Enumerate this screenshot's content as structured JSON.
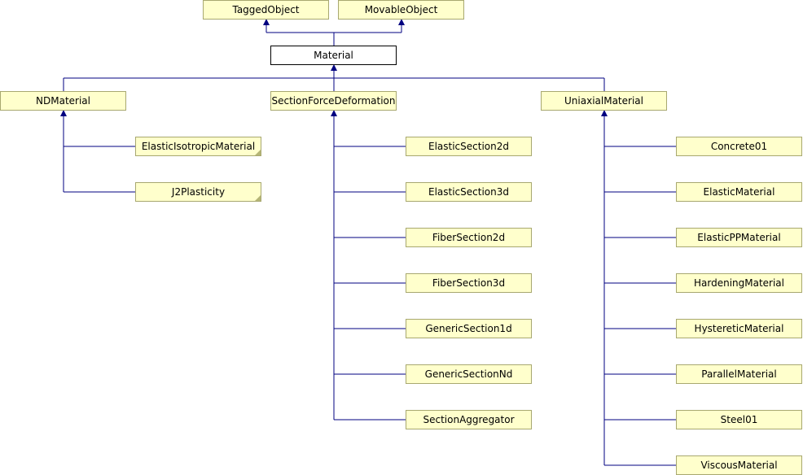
{
  "diagram": {
    "nodes": {
      "tagged_object": "TaggedObject",
      "movable_object": "MovableObject",
      "material": "Material",
      "nd_material": "NDMaterial",
      "section_force_deformation": "SectionForceDeformation",
      "uniaxial_material": "UniaxialMaterial",
      "elastic_isotropic_material": "ElasticIsotropicMaterial",
      "j2_plasticity": "J2Plasticity",
      "elastic_section_2d": "ElasticSection2d",
      "elastic_section_3d": "ElasticSection3d",
      "fiber_section_2d": "FiberSection2d",
      "fiber_section_3d": "FiberSection3d",
      "generic_section_1d": "GenericSection1d",
      "generic_section_nd": "GenericSectionNd",
      "section_aggregator": "SectionAggregator",
      "concrete01": "Concrete01",
      "elastic_material": "ElasticMaterial",
      "elastic_pp_material": "ElasticPPMaterial",
      "hardening_material": "HardeningMaterial",
      "hysteretic_material": "HystereticMaterial",
      "parallel_material": "ParallelMaterial",
      "steel01": "Steel01",
      "viscous_material": "ViscousMaterial"
    },
    "colors": {
      "node_fill": "#ffffcc",
      "node_border": "#a8a870",
      "current_fill": "#ffffff",
      "edge": "#000080"
    }
  }
}
